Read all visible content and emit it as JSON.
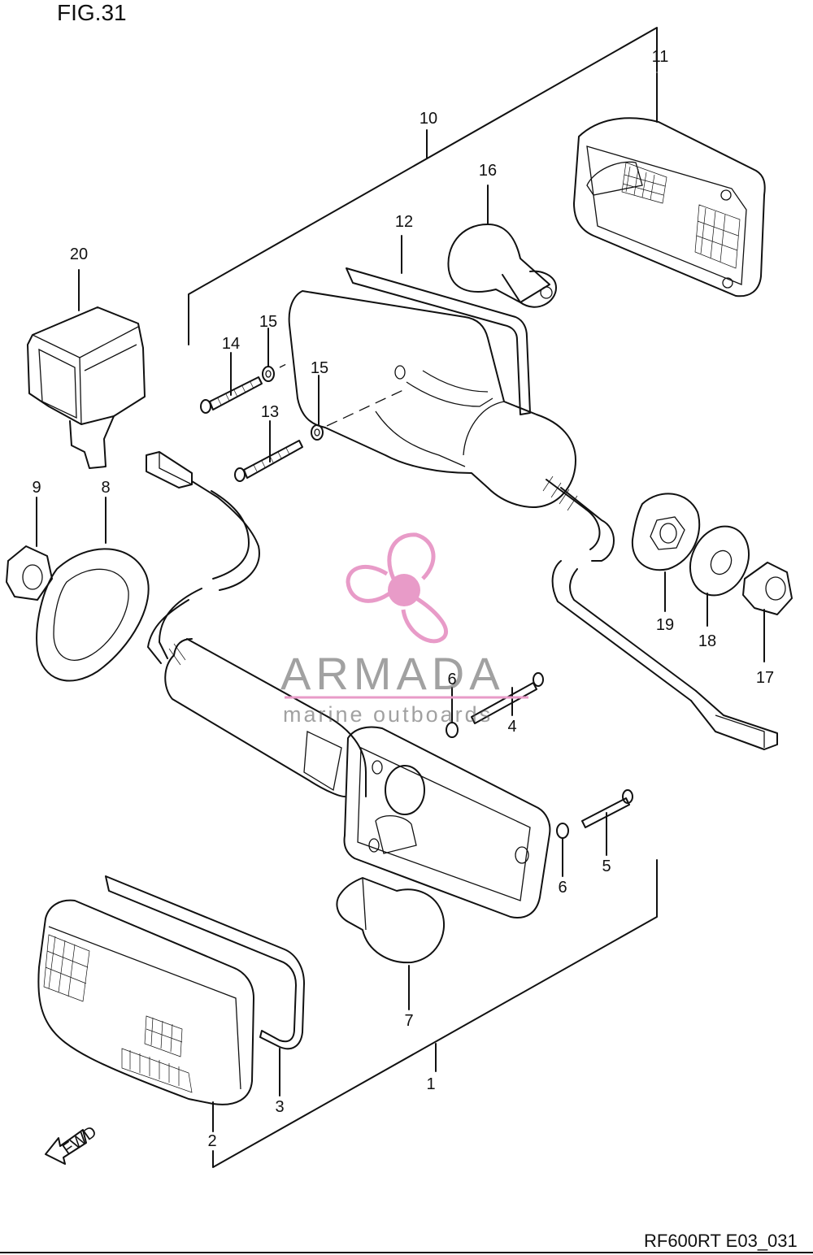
{
  "figure": {
    "title": "FIG.31",
    "drawing_code": "RF600RT E03_031"
  },
  "watermark": {
    "brand": "ARMADA",
    "tagline": "marine outboards",
    "accent_color": "#e89bc8"
  },
  "callouts": [
    {
      "id": "c1",
      "label": "1"
    },
    {
      "id": "c2",
      "label": "2"
    },
    {
      "id": "c3",
      "label": "3"
    },
    {
      "id": "c4",
      "label": "4"
    },
    {
      "id": "c5",
      "label": "5"
    },
    {
      "id": "c6a",
      "label": "6"
    },
    {
      "id": "c6b",
      "label": "6"
    },
    {
      "id": "c7",
      "label": "7"
    },
    {
      "id": "c8",
      "label": "8"
    },
    {
      "id": "c9",
      "label": "9"
    },
    {
      "id": "c10",
      "label": "10"
    },
    {
      "id": "c11",
      "label": "11"
    },
    {
      "id": "c12",
      "label": "12"
    },
    {
      "id": "c13",
      "label": "13"
    },
    {
      "id": "c14",
      "label": "14"
    },
    {
      "id": "c15a",
      "label": "15"
    },
    {
      "id": "c15b",
      "label": "15"
    },
    {
      "id": "c16",
      "label": "16"
    },
    {
      "id": "c17",
      "label": "17"
    },
    {
      "id": "c18",
      "label": "18"
    },
    {
      "id": "c19",
      "label": "19"
    },
    {
      "id": "c20",
      "label": "20"
    }
  ],
  "fwd_label": "FWD"
}
